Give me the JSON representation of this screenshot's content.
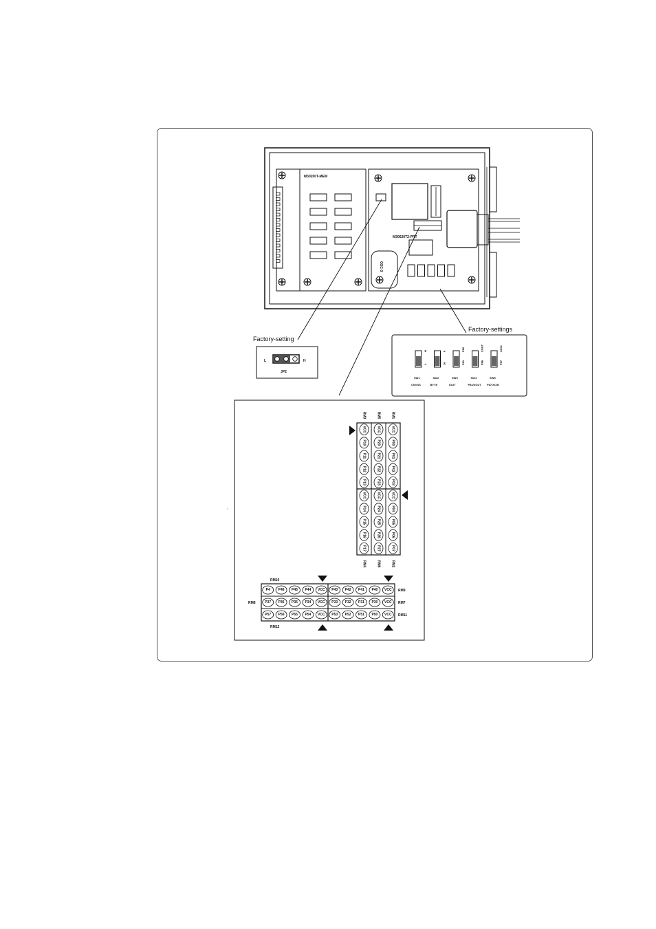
{
  "board": {
    "mem_label": "M30200T-MEM",
    "prt_label": "M30620T2-PRT",
    "osc_label": "OSC-3"
  },
  "jp2": {
    "caption": "Factory-setting",
    "left": "L",
    "right": "H",
    "name": "JP2"
  },
  "switches": {
    "caption": "Factory-settings",
    "items": [
      {
        "name": "SW1",
        "sub": "CNVSS",
        "top": "H",
        "bottom": "L"
      },
      {
        "name": "SW2",
        "sub": "BYTE",
        "top": "8",
        "bottom": "16"
      },
      {
        "name": "SW3",
        "sub": "IOUT",
        "top": "P80",
        "bottom": "P81"
      },
      {
        "name": "SW4",
        "sub": "P84/XOUT",
        "top": "XOUT",
        "bottom": "P86"
      },
      {
        "name": "SW5",
        "sub": "P87/XCIN",
        "top": "XCIN",
        "bottom": "P87"
      }
    ]
  },
  "resistor_modules": {
    "vertical": {
      "top_labels": [
        "RM3",
        "RM5",
        "RM1"
      ],
      "bottom_labels": [
        "RM4",
        "RM6",
        "RM2"
      ],
      "columns": [
        [
          "VCC",
          "P10",
          "P11",
          "P12",
          "P13",
          "VCC",
          "P14",
          "P15",
          "P16",
          "P17"
        ],
        [
          "VCC",
          "P20",
          "P21",
          "P22",
          "P23",
          "VCC",
          "P24",
          "P25",
          "P26",
          "P27"
        ],
        [
          "VCC",
          "P00",
          "P01",
          "P02",
          "P03",
          "VCC",
          "P04",
          "P05",
          "P06",
          "P07"
        ]
      ]
    },
    "horizontal": {
      "top_label": "RM10",
      "bottom_label": "RM12",
      "left_label": "RM8",
      "right_labels": [
        "RM9",
        "RM7",
        "RM11"
      ],
      "rows": [
        [
          "P4",
          "P46",
          "P45",
          "P44",
          "VCC",
          "P43",
          "P42",
          "P41",
          "P40",
          "VCC"
        ],
        [
          "P37",
          "P36",
          "P35",
          "P34",
          "VCC",
          "P33",
          "P32",
          "P31",
          "P30",
          "VCC"
        ],
        [
          "P57",
          "P56",
          "P55",
          "P54",
          "VCC",
          "P53",
          "P52",
          "P51",
          "P50",
          "VCC"
        ]
      ]
    }
  }
}
